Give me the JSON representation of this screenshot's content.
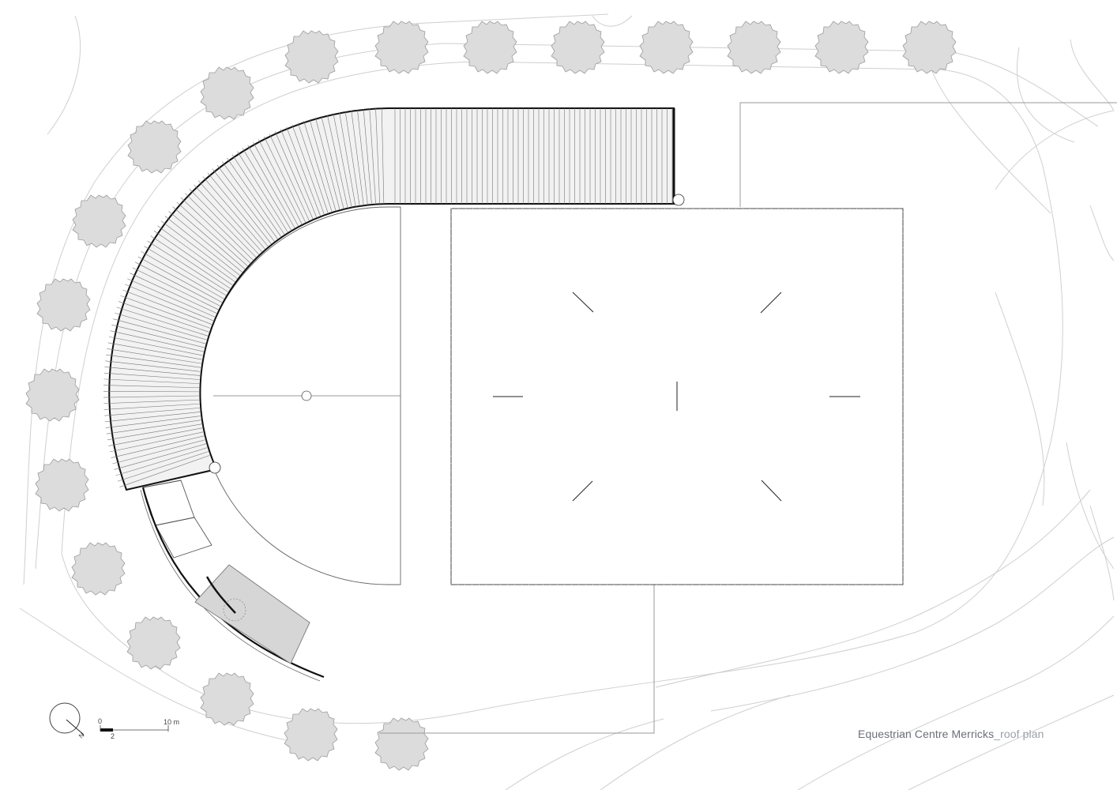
{
  "title": {
    "project": "Equestrian Centre Merricks",
    "separator": "_",
    "sheet": "roof plan"
  },
  "scale_bar": {
    "start_label": "0",
    "mid_label": "2",
    "end_label": "10 m"
  },
  "north_arrow": {
    "label": "N"
  },
  "colors": {
    "line": "#222222",
    "contour": "#c8c8c8",
    "tree_fill": "#dcdcdc",
    "roof_fill": "#ececec",
    "shaded_fill": "#d6d6d6",
    "title_text": "#6b6f77"
  }
}
